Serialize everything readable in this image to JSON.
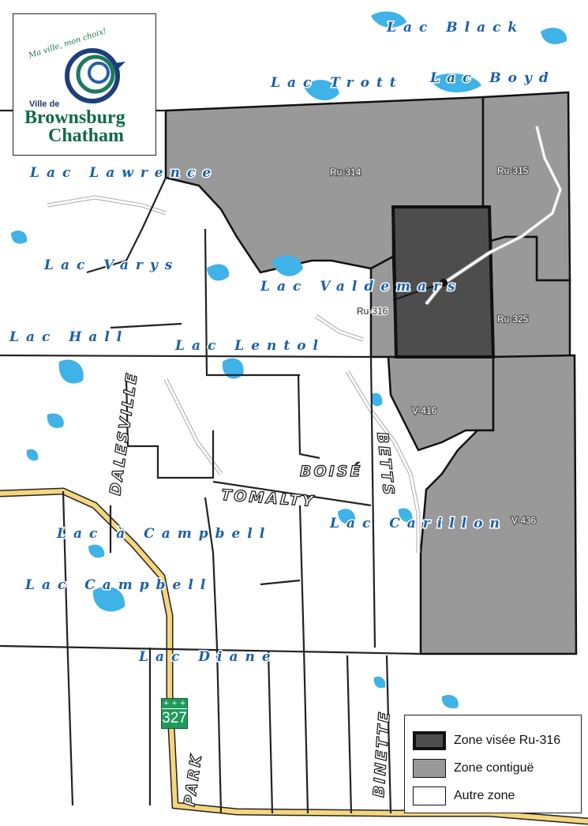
{
  "logo": {
    "slogan": "Ma ville, mon choix!",
    "ville_de": "Ville de",
    "name_line1": "Brownsburg",
    "name_line2": "Chatham"
  },
  "lakes": {
    "lac_black": "Lac Black",
    "lac_trott": "Lac Trott",
    "lac_boyd": "Lac Boyd",
    "lac_lawrence": "Lac Lawrence",
    "lac_varys": "Lac Varys",
    "lac_valdemars": "Lac Valdemars",
    "lac_hall": "Lac Hall",
    "lac_lentol": "Lac Lentol",
    "lac_carillon": "Lac Carillon",
    "lac_a_campbell": "Lac à Campbell",
    "lac_campbell": "Lac Campbell",
    "lac_diane": "Lac Diane"
  },
  "zones": {
    "ru314": "Ru-314",
    "ru315": "Ru-315",
    "ru316": "Ru-316",
    "ru325": "Ru-325",
    "v416": "V-416",
    "v436": "V-436"
  },
  "streets": {
    "dalesville": "DALESVILLE",
    "boise": "BOISÉ",
    "tomalty": "TOMALTY",
    "betts": "BETTS",
    "park": "PARK",
    "binette": "BINETTE"
  },
  "route": {
    "crown": "+ + +",
    "number": "327"
  },
  "legend": {
    "target": "Zone visée Ru-316",
    "adjacent": "Zone contiguë",
    "other": "Autre zone"
  },
  "colors": {
    "target_zone": "#4d4d4d",
    "adjacent_zone": "#999999",
    "other_zone": "#ffffff",
    "water": "#3fb2e8",
    "main_road": "#f5d67e"
  }
}
